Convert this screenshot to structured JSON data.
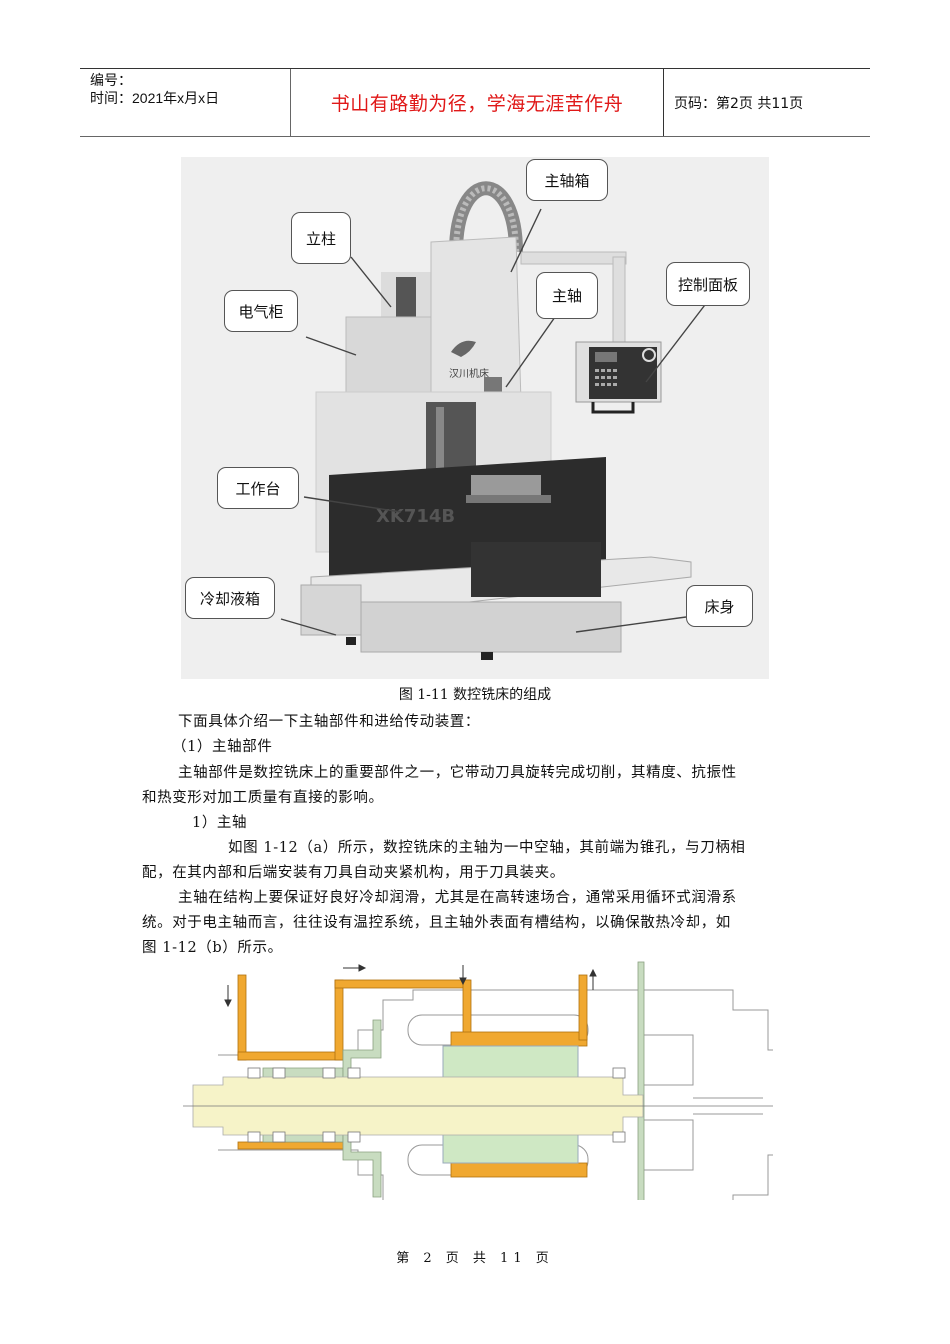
{
  "header": {
    "number_label": "编号：",
    "time_label": "时间：2021年x月x日",
    "motto": "书山有路勤为径，学海无涯苦作舟",
    "page_info": "页码：第2页 共11页",
    "colors": {
      "motto": "#e01818",
      "border": "#333333"
    }
  },
  "figure1": {
    "image": "cnc-milling-machine-photo",
    "model_text": "XK714B",
    "brand_text": "汉川机床",
    "callouts": [
      {
        "id": "spindle-box",
        "label": "主轴箱"
      },
      {
        "id": "column",
        "label": "立柱"
      },
      {
        "id": "spindle",
        "label": "主轴"
      },
      {
        "id": "control-panel",
        "label": "控制面板"
      },
      {
        "id": "electric-cabinet",
        "label": "电气柜"
      },
      {
        "id": "worktable",
        "label": "工作台"
      },
      {
        "id": "coolant-tank",
        "label": "冷却液箱"
      },
      {
        "id": "bed",
        "label": "床身"
      }
    ],
    "caption": "图 1-11  数控铣床的组成"
  },
  "body": {
    "paragraphs": [
      "下面具体介绍一下主轴部件和进给传动装置：",
      "（1）主轴部件",
      "主轴部件是数控铣床上的重要部件之一，它带动刀具旋转完成切削，其精度、抗振性",
      "和热变形对加工质量有直接的影响。",
      "1）主轴",
      "如图 1-12（a）所示，数控铣床的主轴为一中空轴，其前端为锥孔，与刀柄相",
      "配，在其内部和后端安装有刀具自动夹紧机构，用于刀具装夹。",
      "主轴在结构上要保证好良好冷却润滑，尤其是在高转速场合，通常采用循环式润滑系",
      "统。对于电主轴而言，往往设有温控系统，且主轴外表面有槽结构，以确保散热冷却，如",
      "图 1-12（b）所示。"
    ]
  },
  "figure2": {
    "image": "electric-spindle-cross-section-diagram",
    "colors": {
      "coolant": "#f0a830",
      "stator": "#cfe8c4",
      "shaft": "#f6f3c8",
      "housing_hatch": "#bfd8b8",
      "outline": "#888888"
    }
  },
  "footer": {
    "page_text": "第 2 页 共 11 页"
  }
}
